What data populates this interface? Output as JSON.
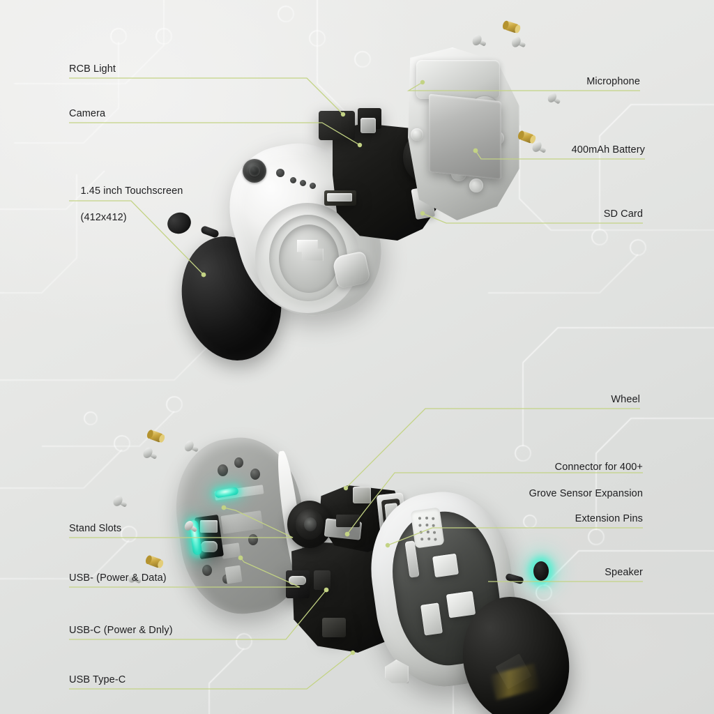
{
  "diagram": {
    "title": "Exploded view product diagram",
    "accent_line_color": "#c3d384",
    "glow_color": "#3ee8c8",
    "text_color": "#1d1d1f",
    "background_color": "#e4e5e3"
  },
  "callouts_top_left": [
    {
      "id": "rgb-light",
      "label": "RCB Light"
    },
    {
      "id": "camera",
      "label": "Camera"
    },
    {
      "id": "touchscreen",
      "label": "1.45 inch Touchscreen",
      "label_line2": "(412x412)"
    }
  ],
  "callouts_top_right": [
    {
      "id": "microphone",
      "label": "Microphone"
    },
    {
      "id": "battery",
      "label": "400mAh Battery"
    },
    {
      "id": "sd-card",
      "label": "SD Card"
    }
  ],
  "callouts_bottom_left": [
    {
      "id": "stand-slots",
      "label": "Stand Slots"
    },
    {
      "id": "usb-data",
      "label": "USB- (Power & Data)"
    },
    {
      "id": "usb-c-dnly",
      "label": "USB-C (Power & Dnly)"
    },
    {
      "id": "usb-type-c",
      "label": "USB Type-C"
    }
  ],
  "callouts_bottom_right": [
    {
      "id": "wheel",
      "label": "Wheel"
    },
    {
      "id": "grove-connector",
      "label": "Connector for 400+",
      "label_line2": "Grove Sensor Expansion"
    },
    {
      "id": "extension-pins",
      "label": "Extension Pins"
    },
    {
      "id": "speaker",
      "label": "Speaker"
    }
  ],
  "parts": {
    "top_assembly": [
      {
        "id": "touchscreen-disc",
        "name": "touchscreen-disc"
      },
      {
        "id": "front-shell",
        "name": "front-shell"
      },
      {
        "id": "main-pcb",
        "name": "main-pcb"
      },
      {
        "id": "camera-module",
        "name": "camera-module"
      },
      {
        "id": "rgb-led-strip",
        "name": "rgb-led-strip"
      },
      {
        "id": "wheel-motor",
        "name": "wheel-motor"
      },
      {
        "id": "back-housing",
        "name": "back-housing"
      },
      {
        "id": "battery-pack",
        "name": "battery-pack"
      }
    ],
    "bottom_assembly": [
      {
        "id": "back-plate",
        "name": "back-plate"
      },
      {
        "id": "lower-pcb",
        "name": "lower-pcb"
      },
      {
        "id": "usb-c-port",
        "name": "usb-c-port"
      },
      {
        "id": "grove-connector",
        "name": "grove-connector"
      },
      {
        "id": "extension-pins",
        "name": "extension-pins"
      },
      {
        "id": "wheel-motor-2",
        "name": "wheel-motor"
      },
      {
        "id": "front-shell-2",
        "name": "front-shell"
      },
      {
        "id": "speaker-unit",
        "name": "speaker-unit"
      },
      {
        "id": "display-disc-2",
        "name": "display-disc"
      }
    ],
    "fasteners": {
      "screw_count": 10,
      "standoff_count": 4
    }
  }
}
